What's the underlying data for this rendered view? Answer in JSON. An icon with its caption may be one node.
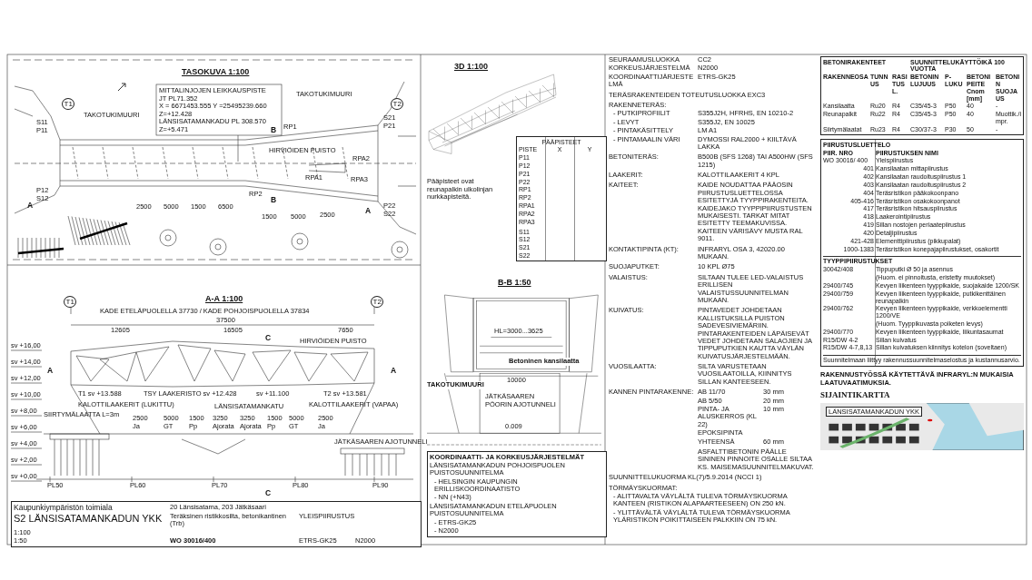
{
  "diagram": {
    "labels": [
      "TASOKUVA 1:100",
      "MITTALINJOJEN LEIKKAUSPISTE",
      "JT PL71.352",
      "X = 6671453.555  Y =25495239.660",
      "Z=+12.428",
      "LÄNSISATAMANKADU  PL 308.570",
      "Z=+5.471",
      "T1",
      "T2",
      "TAKOTUKIMUURI",
      "TAKOTUKIMUURI",
      "S11",
      "P11",
      "RP1",
      "S21",
      "P21",
      "HIRVIÖIDEN PUISTO",
      "RPA2",
      "RPA1",
      "RPA3",
      "P12",
      "S12",
      "RP2",
      "P22",
      "S22",
      "2500",
      "5000",
      "1500",
      "6500",
      "1500",
      "5000",
      "2500",
      "A",
      "A",
      "B",
      "B",
      "A-A 1:100",
      "KADE ETELÄPUOLELLA 37730 / KADE POHJOISPUOLELLA 37834",
      "T1",
      "T2",
      "37500",
      "12605",
      "16505",
      "7650",
      "C",
      "HIRVIÖIDEN PUISTO",
      "sv +16,00",
      "sv +14,00",
      "sv +12,00",
      "sv +10,00",
      "sv +8,00",
      "sv +6,00",
      "sv +4,00",
      "sv +2,00",
      "sv +0,00",
      "A",
      "A",
      "T1 sv +13.588",
      "KALOTTILAAKERIT (LUKITTU)",
      "SIIRTYMÄLAATTA L=3m",
      "TSY LAAKERISTO sv +12.428",
      "sv +11.100",
      "LÄNSISATAMANKATU",
      "T2 sv +13.581",
      "KALOTTILAAKERIT (VAPAA)",
      "2500",
      "5000",
      "1500",
      "3250",
      "3250",
      "1500",
      "5000",
      "2500",
      "Ja",
      "GT",
      "Pp",
      "Ajorata",
      "Ajorata",
      "Pp",
      "GT",
      "Ja",
      "JÄTKÄSAAREN AJOTUNNELI",
      "PL50",
      "PL60",
      "PL70",
      "PL80",
      "PL90",
      "C",
      "B-B 1:50",
      "HL=3000...3625",
      "Betoninen kansilaatta",
      "10000",
      "JÄTKÄSAAREN PÖORIN AJOTUNNELI",
      "0.009",
      "TAKOTUKIMUURI",
      "3D 1:100",
      "PÄÄPISTEET",
      "PISTE",
      "X",
      "Y",
      "P11",
      "P12",
      "P21",
      "P22",
      "RP1",
      "RP2",
      "RPA1",
      "RPA2",
      "RPA3",
      "S11",
      "S12",
      "S21",
      "S22",
      "Pääpisteet ovat reunapalkin ulkolinjan nurkkapisteitä.",
      "SEURAAMUSLUOKKA",
      "CC2",
      "KORKEUSJÄRJESTELMÄ",
      "N2000",
      "KOORDINAATTIJÄRJESTELMÄ",
      "ETRS-GK25",
      "TERÄSRAKENTEIDEN TOTEUTUSLUOKKA EXC3",
      "RAKENNETERÄS:",
      "- PUTKIPROFIILIT",
      "S355J2H, HFRHS, EN 10210-2",
      "- LEVYT",
      "S355J2, EN 10025",
      "- PINTAKÄSITTELY",
      "LM A1",
      "- PINTAMAALIN VÄRI",
      "DYMOSSI RAL2000 + KIILTÄVÄ LAKKA",
      "BETONITERÄS:",
      "B500B (SFS 1268) TAI A500HW (SFS 1215)",
      "LAAKERIT:",
      "KALOTTILAAKERIT 4 KPL",
      "KAITEET:",
      "KAIDE NOUDATTAA PÄÄOSIN PIIRUSTUSLUETTELOSSA ESITETTYJÄ TYYPPIRAKENTEITA. KAIDEJAKO TYYPPIPIIRUSTUSTEN MUKAISESTI. TARKAT MITAT ESITETTY TEEMAKUVISSA. KAITEEN VÄRISÄVY MUSTA RAL 9011.",
      "KONTAKTIPINTA (KT):",
      "INFRARYL OSA 3, 42020.00 MUKAAN.",
      "SUOJAPUTKET:",
      "10 KPL Ø75",
      "VALAISTUS:",
      "SILTAAN TULEE LED-VALAISTUS ERILLISEN VALAISTUSSUUNNITELMAN MUKAAN.",
      "KUIVATUS:",
      "PINTAVEDET JOHDETAAN KALLISTUKSILLA PUISTON SADEVESIVIEMÄRIIN. PINTARAKENTEIDEN LÄPÄISEVÄT VEDET JOHDETAAN SALAOJIEN JA TIPPUPUTKIEN KAUTTA VÄYLÄN KUIVATUSJÄRJESTELMÄÄN.",
      "VUOSILAATTA:",
      "SILTA VARUSTETAAN VUOSILAATOILLA, KIINNITYS SILLAN KANTEESEEN.",
      "KANNEN PINTARAKENNE:",
      "AB 11/70",
      "30 mm",
      "AB 5/50",
      "20 mm",
      "PINTA- JA ALUSKERROS (KL 22)",
      "10 mm",
      "EPOKSIPINTA",
      "YHTEENSÄ",
      "60 mm",
      "ASFALTTIBETONIN PÄÄLLE SININEN PINNOITE OSALLE SILTAA KS. MAISEMASUUNNITELMAKUVAT.",
      "SUUNNITTELUKUORMA KL(7)/5.9.2014 (NCCI 1)",
      "TÖRMÄYSKUORMAT:",
      "- ALITTAVALTA VÄYLÄLTÄ TULEVA TÖRMÄYSKUORMA KANTEEN (RISTIKON ALAPAARTEESEEN) ON 250 kN.",
      "- YLITTÄVÄLTÄ VÄYLÄLTÄ TULEVA TÖRMÄYSKUORMA YLÄRISTIKON POIKITTAISEEN PALKKIIN ON 75 kN.",
      "BETONIRAKENTEET",
      "SUUNNITTELUKÄYTTÖIKÄ 100 VUOTTA",
      "RAKENNEOSA",
      "TUNNUS",
      "RASITUSL.",
      "BETONIN LUJUUS",
      "P-LUKU",
      "BETONIPEITE Cnom [mm]",
      "BETONIN SUOJAUS",
      "Kansilaatta",
      "Ru20",
      "R4",
      "C35/45-3",
      "P50",
      "40",
      "-",
      "Reunapalkit",
      "Ru22",
      "R4",
      "C35/45-3",
      "P50",
      "40",
      "Muottik./impr.",
      "Siirtymälaatat",
      "Ru23",
      "R4",
      "C30/37-3",
      "P30",
      "50",
      "-",
      "PIIRUSTUSLUETTELO",
      "PIIR. NRO",
      "PIIRUSTUKSEN NIMI",
      "WO 30016/ 400",
      "Yleispiirustus",
      "401",
      "Kansilaatan mittapiirustus",
      "402",
      "Kansilaatan raudoituspiirustus 1",
      "403",
      "Kansilaatan raudoituspiirustus 2",
      "404",
      "Teräsristikon pääkokoonpano",
      "405-416",
      "Teräsristikon osakokoonpanot",
      "417",
      "Teräsristikon hitsauspiirustus",
      "418",
      "Laakerointipiirustus",
      "419",
      "Sillan nostojen periaatepiirustus",
      "420",
      "Detaljipiirustus",
      "421-428",
      "Elementtipiirustus (pikkupalat)",
      "1000-1383",
      "Teräsristikon konepajapiirustukset, osakortit",
      "TYYPPIPIIRUSTUKSET",
      "30042/408",
      "Tippuputki Ø 50 ja asennus",
      "(Huom. ei pinnoitusta, eristetty muutokset)",
      "29400/745",
      "Kevyen liikenteen tyyppikaide, suojakaide 1200/SK",
      "29400/759",
      "Kevyen liikenteen tyyppikaide, putkikenttäinen reunapalkin",
      "29400/762",
      "Kevyen liikenteen tyyppikaide, verkkoelementti 1200/VE",
      "(Huom. Tyyppikuvasta poiketen levys)",
      "29400/770",
      "Kevyen liikenteen tyyppikaide, liikuntasaumat",
      "R15/DW 4-2",
      "Sillan kuivatus",
      "R15/DW 4-7,8,13",
      "Sillan kuivatuksen kiinnitys kotelon (soveltaen)",
      "Suunnitelmaan liittyy rakennussuunnitelmaselostus ja kustannusarvio.",
      "RAKENNUSTYÖSSÄ KÄYTETTÄVÄ INFRARYL:N MUKAISIA LAATUVAATIMUKSIA.",
      "KOORDINAATTI- JA KORKEUSJÄRJESTELMÄT",
      "LÄNSISATAMANKADUN POHJOISPUOLEN PUISTOSUUNNITELMA",
      "- HELSINGIN KAUPUNGIN ERILLISKOORDINAATISTO",
      "- NN (+N43)",
      "LÄNSISATAMANKADUN ETELÄPUOLEN PUISTOSUUNNITELMA",
      "- ETRS-GK25",
      "- N2000",
      "SIJAINTIKARTTA",
      "LÄNSISATAMANKADUN YKK",
      "Kaupunkiympäristön toimiala",
      "20 Länsisatama, 203 Jätkäsaari",
      "S2 LÄNSISATAMANKADUN YKK",
      "Teräksinen ristikkosilta, betonikantinen (Trb)",
      "YLEISPIIRUSTUS",
      "1:100",
      "1:50",
      "WO 30016/400",
      "ETRS-GK25",
      "N2000"
    ]
  }
}
